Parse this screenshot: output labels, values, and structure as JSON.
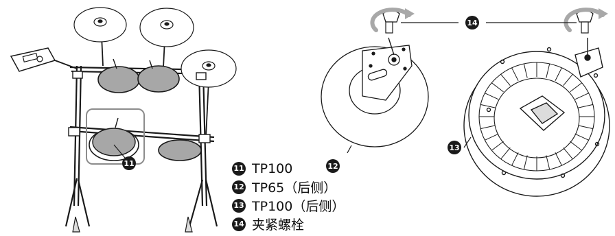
{
  "callouts": {
    "c11": "11",
    "c12": "12",
    "c13": "13",
    "c14": "14"
  },
  "legend": [
    {
      "num": "11",
      "text": "TP100"
    },
    {
      "num": "12",
      "text": "TP65（后侧）"
    },
    {
      "num": "13",
      "text": "TP100（后侧）"
    },
    {
      "num": "14",
      "text": "夹紧螺栓"
    }
  ],
  "colors": {
    "line": "#1a1a1a",
    "pad_fill": "#a7a7a7",
    "rotate_arrow": "#a8a8a8",
    "highlight_box": "#8c8c8c"
  }
}
